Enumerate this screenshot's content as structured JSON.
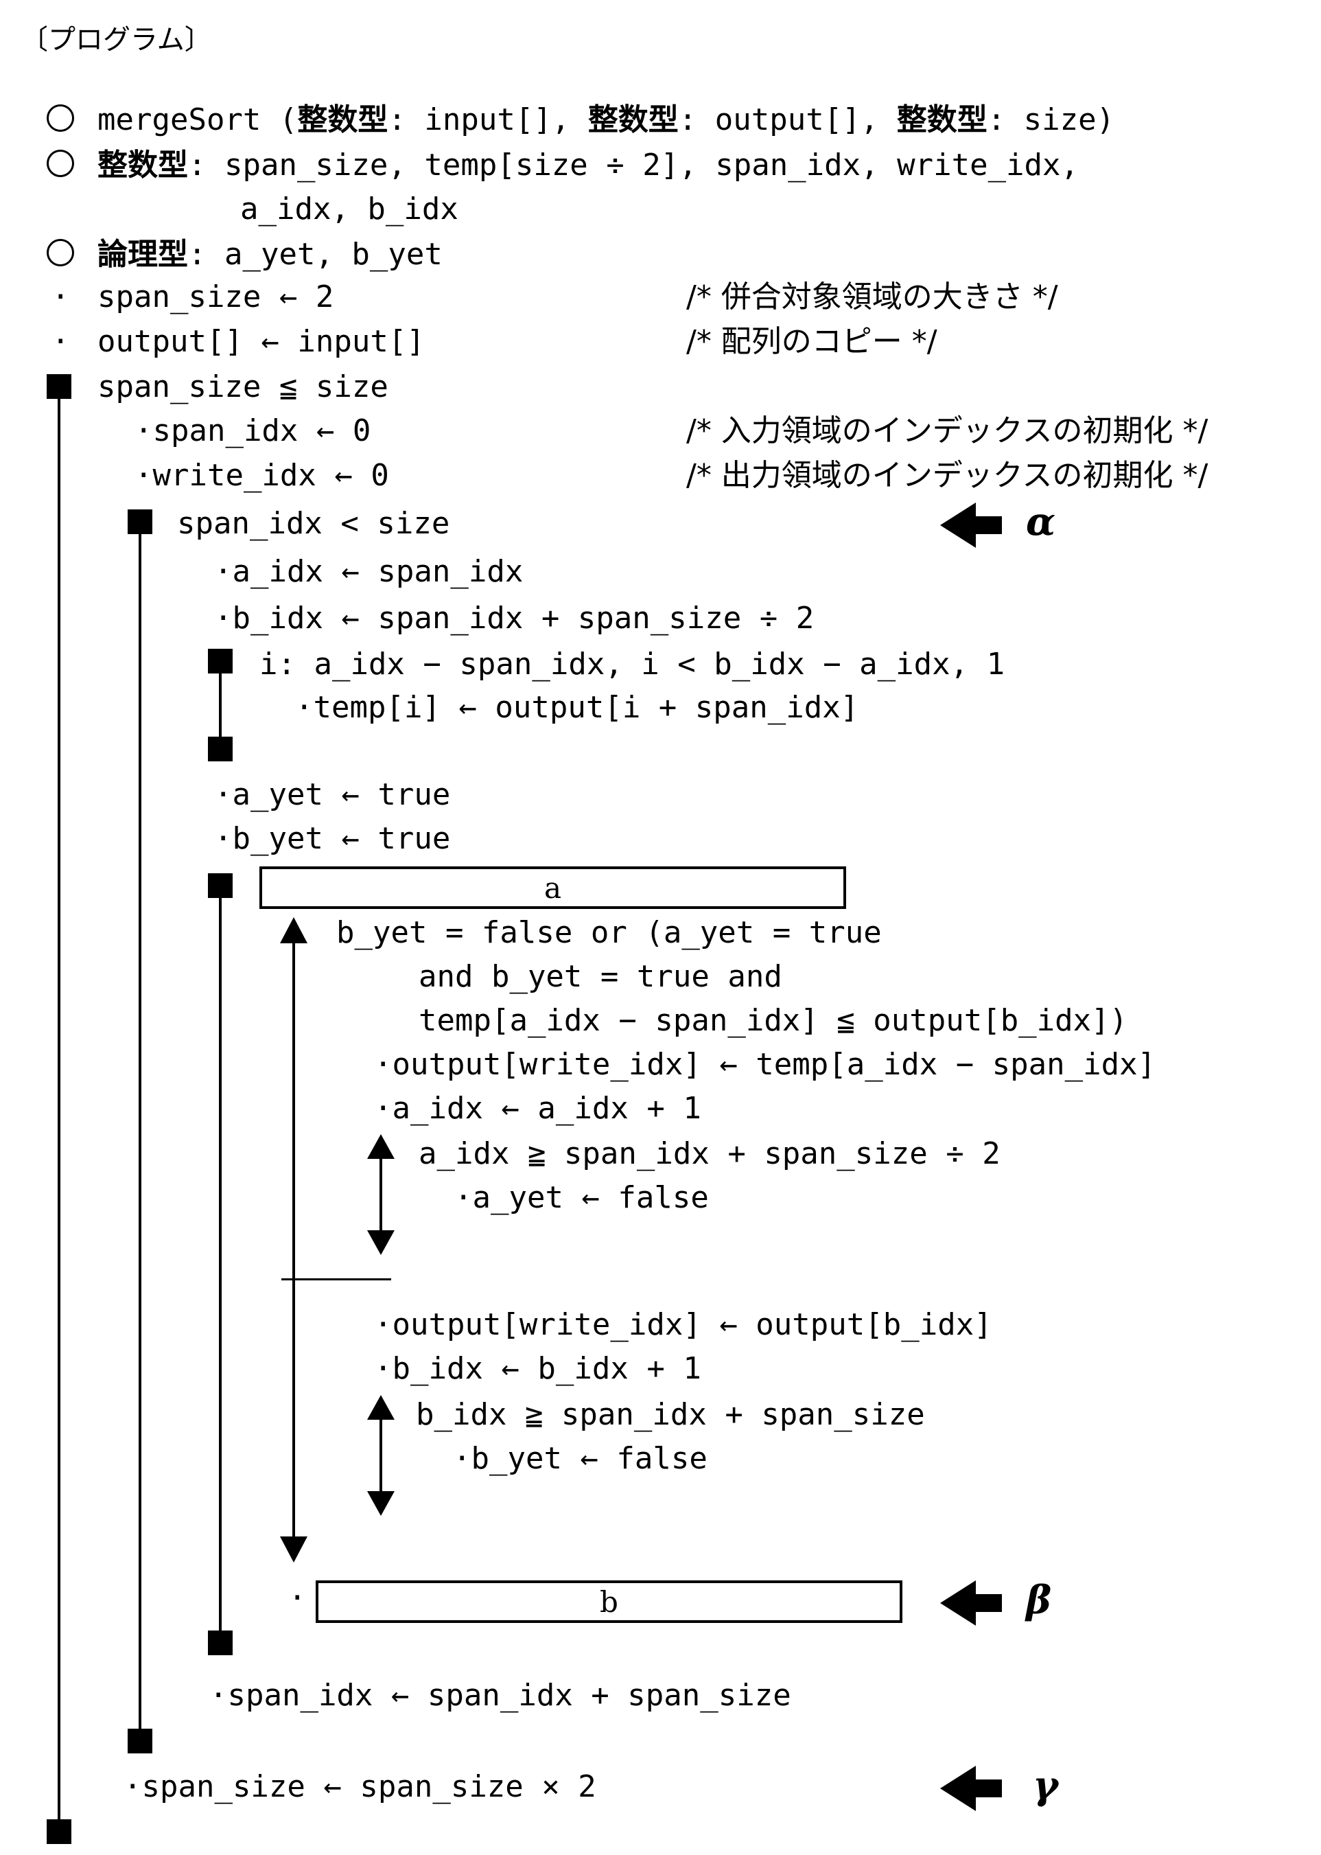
{
  "heading": "〔プログラム〕",
  "decl": {
    "func_a": "mergeSort (",
    "type1": "整数型",
    "func_b": ": input[], ",
    "type2": "整数型",
    "func_c": ": output[], ",
    "type3": "整数型",
    "func_d": ": size)",
    "var_type": "整数型",
    "var_list1": ": span_size, temp[size ÷ 2], span_idx, write_idx,",
    "var_list2": "a_idx, b_idx",
    "bool_type": "論理型",
    "bool_list": ": a_yet, b_yet"
  },
  "lines": {
    "init_span": "span_size ← 2",
    "comment_span": "/* 併合対象領域の大きさ */",
    "copy": "output[] ← input[]",
    "comment_copy": "/* 配列のコピー */",
    "loop_outer": "span_size ≦ size",
    "init_spanidx": "·span_idx ← 0",
    "comment_in": "/* 入力領域のインデックスの初期化 */",
    "init_writeidx": "·write_idx ← 0",
    "comment_out": "/* 出力領域のインデックスの初期化 */",
    "loop_mid": "span_idx < size",
    "aidx": "·a_idx ← span_idx",
    "bidx": "·b_idx ← span_idx + span_size ÷ 2",
    "loop_i": "i: a_idx − span_idx, i < b_idx − a_idx, 1",
    "temp_copy": "·temp[i] ← output[i + span_idx]",
    "ayet": "·a_yet ← true",
    "byet": "·b_yet ← true",
    "cond1": "b_yet = false or (a_yet = true",
    "cond2": "and b_yet = true and",
    "cond3": "temp[a_idx − span_idx] ≦ output[b_idx])",
    "out_temp": "·output[write_idx] ← temp[a_idx − span_idx]",
    "ainc": "·a_idx ← a_idx + 1",
    "acond": "a_idx ≧ span_idx + span_size ÷ 2",
    "ayet_false": "·a_yet ← false",
    "out_b": "·output[write_idx] ← output[b_idx]",
    "binc": "·b_idx ← b_idx + 1",
    "bcond": "b_idx ≧ span_idx + span_size",
    "byet_false": "·b_yet ← false",
    "span_inc": "·span_idx ← span_idx + span_size",
    "size_double": "·span_size ← span_size × 2"
  },
  "bullets": {
    "dot": "·"
  },
  "blanks": {
    "a": "a",
    "b": "b"
  },
  "markers": {
    "alpha": "α",
    "beta": "β",
    "gamma": "γ"
  }
}
